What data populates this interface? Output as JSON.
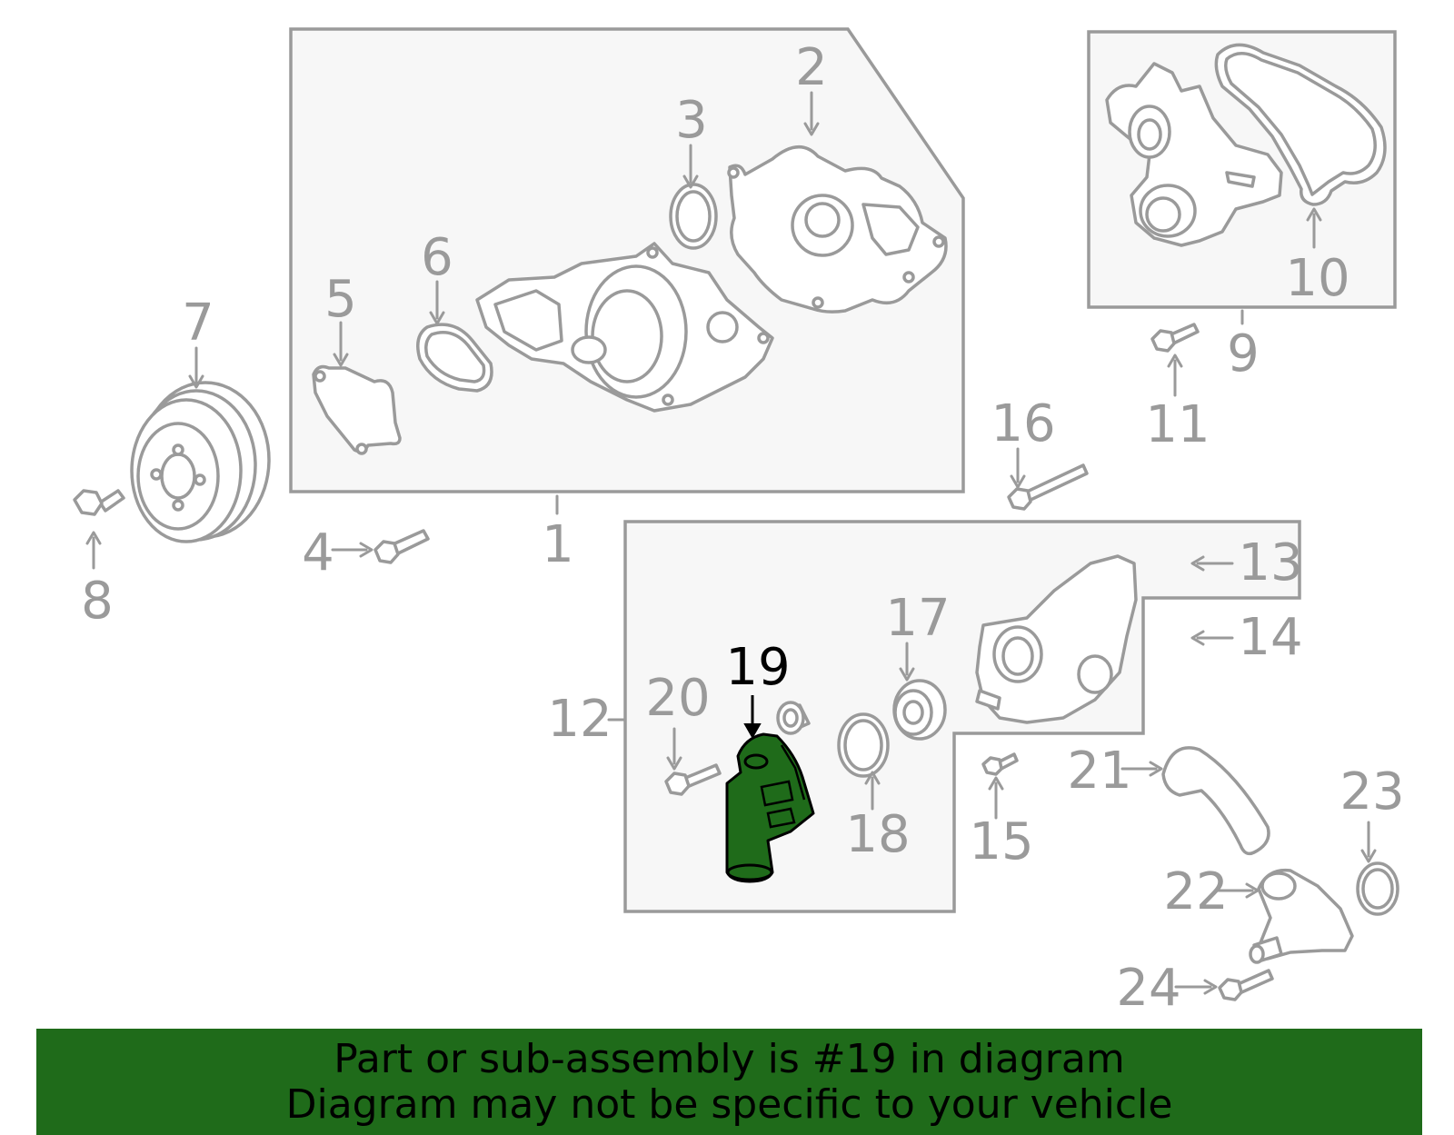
{
  "callouts": [
    {
      "id": "c1",
      "text": "1"
    },
    {
      "id": "c2",
      "text": "2"
    },
    {
      "id": "c3",
      "text": "3"
    },
    {
      "id": "c4",
      "text": "4"
    },
    {
      "id": "c5",
      "text": "5"
    },
    {
      "id": "c6",
      "text": "6"
    },
    {
      "id": "c7",
      "text": "7"
    },
    {
      "id": "c8",
      "text": "8"
    },
    {
      "id": "c9",
      "text": "9"
    },
    {
      "id": "c10",
      "text": "10"
    },
    {
      "id": "c11",
      "text": "11"
    },
    {
      "id": "c12",
      "text": "12"
    },
    {
      "id": "c13",
      "text": "13"
    },
    {
      "id": "c14",
      "text": "14"
    },
    {
      "id": "c15",
      "text": "15"
    },
    {
      "id": "c16",
      "text": "16"
    },
    {
      "id": "c17",
      "text": "17"
    },
    {
      "id": "c18",
      "text": "18"
    },
    {
      "id": "c19",
      "text": "19"
    },
    {
      "id": "c20",
      "text": "20"
    },
    {
      "id": "c21",
      "text": "21"
    },
    {
      "id": "c22",
      "text": "22"
    },
    {
      "id": "c23",
      "text": "23"
    },
    {
      "id": "c24",
      "text": "24"
    }
  ],
  "highlight": {
    "callout": "19",
    "color": "#1f6b1a"
  },
  "banner": {
    "line1": "Part or sub-assembly is #19 in diagram",
    "line2": "Diagram may not be specific to your vehicle",
    "background": "#1f6b1a"
  }
}
